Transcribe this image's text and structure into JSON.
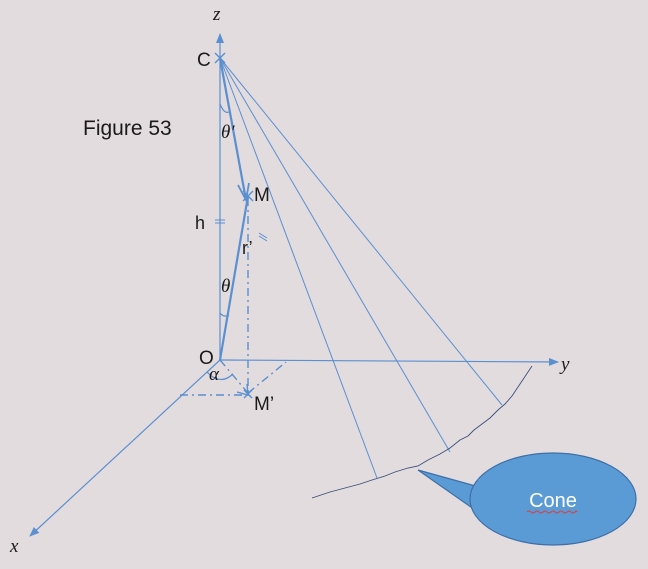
{
  "figure_title": "Figure 53",
  "colors": {
    "background": "#e2dcde",
    "line": "#5b8fd0",
    "callout_fill": "#5b9bd5",
    "callout_stroke": "#3d6fa8",
    "rough_edge": "#3a4f7a",
    "text": "#1a1a1a"
  },
  "axes": {
    "z": "z",
    "y": "y",
    "x": "x"
  },
  "points": {
    "C": "C",
    "M": "M",
    "O": "O",
    "M_prime": "M’"
  },
  "labels": {
    "h": "h",
    "r_prime": "r’",
    "theta_prime": "θ′",
    "theta": "θ",
    "alpha": "α"
  },
  "callout": {
    "text": "Cone"
  }
}
